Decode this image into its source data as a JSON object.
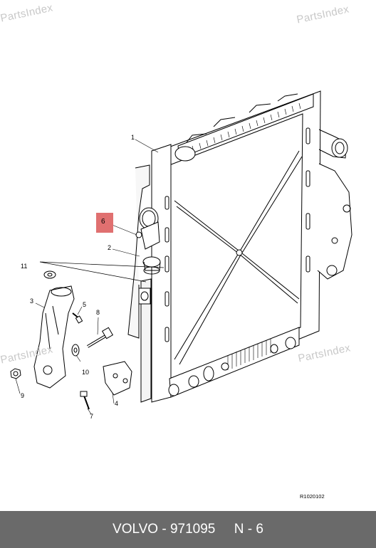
{
  "watermark": "PartsIndex",
  "callouts": {
    "c1": "1",
    "c2": "2",
    "c3": "3",
    "c4": "4",
    "c5": "5",
    "c6": "6",
    "c7": "7",
    "c8": "8",
    "c9": "9",
    "c10": "10",
    "c11": "11"
  },
  "reference_code": "R1020102",
  "footer": {
    "brand": "VOLVO",
    "separator": "-",
    "part_number": "971095",
    "position": "N - 6"
  },
  "colors": {
    "footer_bg": "#6a6a6a",
    "highlight": "#e07070",
    "watermark": "#c8c8c8"
  }
}
